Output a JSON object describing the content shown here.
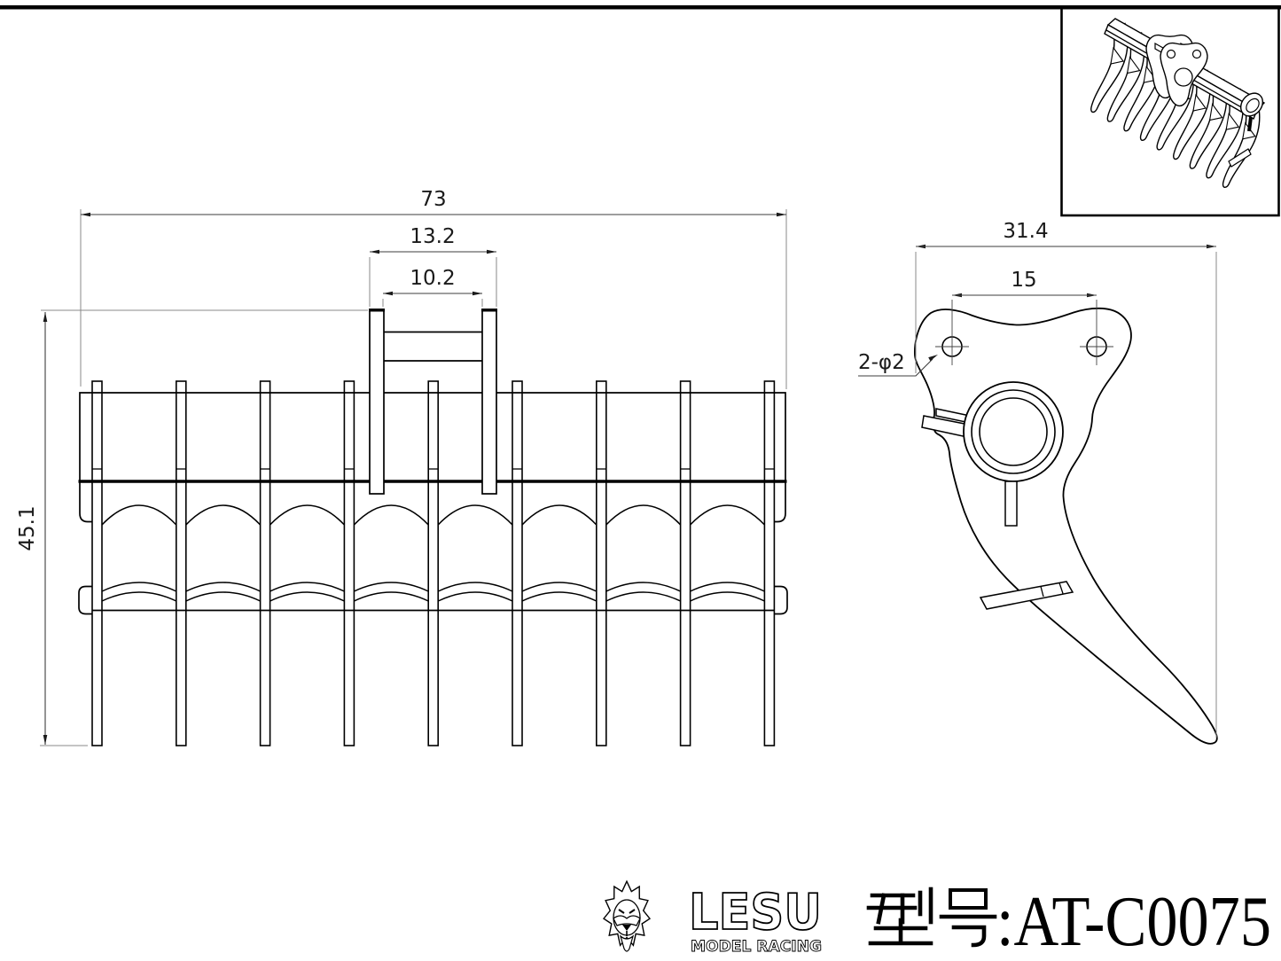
{
  "drawing": {
    "front_view": {
      "name": "rake front view",
      "tine_count": 9,
      "arc_count": 8,
      "dims": {
        "width": "73",
        "mount_outer": "13.2",
        "mount_inner": "10.2",
        "height": "45.1"
      }
    },
    "side_view": {
      "name": "tine side profile",
      "dims": {
        "width": "31.4",
        "hole_spacing": "15",
        "holes": "2-φ2"
      }
    },
    "iso_view": {
      "name": "isometric thumbnail",
      "tine_count": 9
    }
  },
  "title_block": {
    "brand": "LESU",
    "brand_subtitle": "MODEL RACING",
    "model_label": "型号",
    "model_latin": ":AT-C0075",
    "model_full": "型号:AT-C0075"
  },
  "colors": {
    "line": "#000000",
    "dim_line": "#3c3c3c",
    "ext_line": "#8a8a8a",
    "background": "#ffffff"
  }
}
